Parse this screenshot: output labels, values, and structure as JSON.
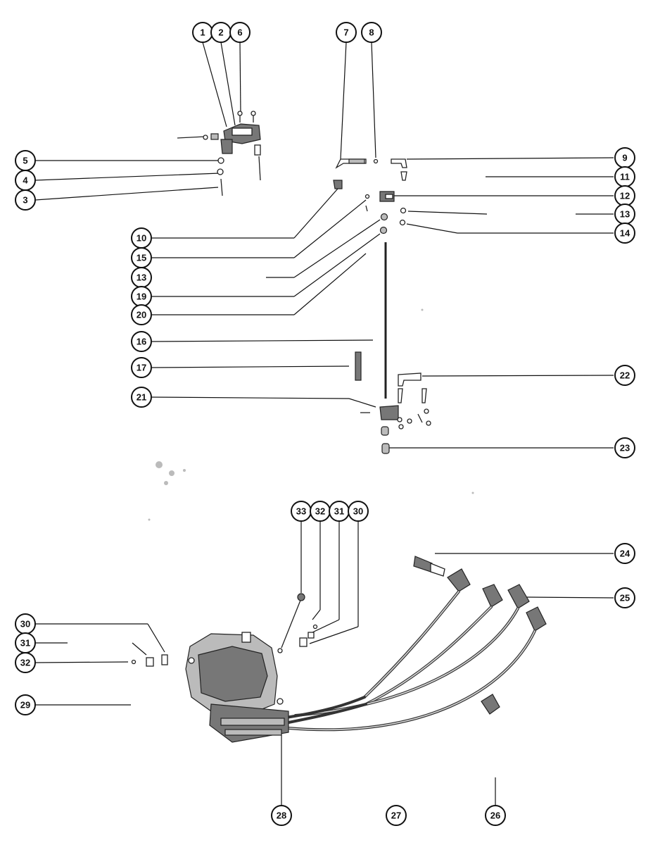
{
  "callouts": [
    {
      "id": "c-1a",
      "label": "1"
    },
    {
      "id": "c-2a",
      "label": "2"
    },
    {
      "id": "c-6",
      "label": "6"
    },
    {
      "id": "c-7",
      "label": "7"
    },
    {
      "id": "c-8",
      "label": "8"
    },
    {
      "id": "c-5",
      "label": "5"
    },
    {
      "id": "c-4",
      "label": "4"
    },
    {
      "id": "c-3",
      "label": "3"
    },
    {
      "id": "c-9",
      "label": "9"
    },
    {
      "id": "c-11",
      "label": "11"
    },
    {
      "id": "c-12",
      "label": "12"
    },
    {
      "id": "c-13a",
      "label": "13"
    },
    {
      "id": "c-14",
      "label": "14"
    },
    {
      "id": "c-10",
      "label": "10"
    },
    {
      "id": "c-15",
      "label": "15"
    },
    {
      "id": "c-13b",
      "label": "13"
    },
    {
      "id": "c-19",
      "label": "19"
    },
    {
      "id": "c-20",
      "label": "20"
    },
    {
      "id": "c-16",
      "label": "16"
    },
    {
      "id": "c-17",
      "label": "17"
    },
    {
      "id": "c-22",
      "label": "22"
    },
    {
      "id": "c-21",
      "label": "21"
    },
    {
      "id": "c-23",
      "label": "23"
    },
    {
      "id": "c-33",
      "label": "33"
    },
    {
      "id": "c-32a",
      "label": "32"
    },
    {
      "id": "c-31a",
      "label": "31"
    },
    {
      "id": "c-30a",
      "label": "30"
    },
    {
      "id": "c-24",
      "label": "24"
    },
    {
      "id": "c-25",
      "label": "25"
    },
    {
      "id": "c-30b",
      "label": "30"
    },
    {
      "id": "c-31b",
      "label": "31"
    },
    {
      "id": "c-32b",
      "label": "32"
    },
    {
      "id": "c-29",
      "label": "29"
    },
    {
      "id": "c-28",
      "label": "28"
    },
    {
      "id": "c-27",
      "label": "27"
    },
    {
      "id": "c-26",
      "label": "26"
    }
  ]
}
